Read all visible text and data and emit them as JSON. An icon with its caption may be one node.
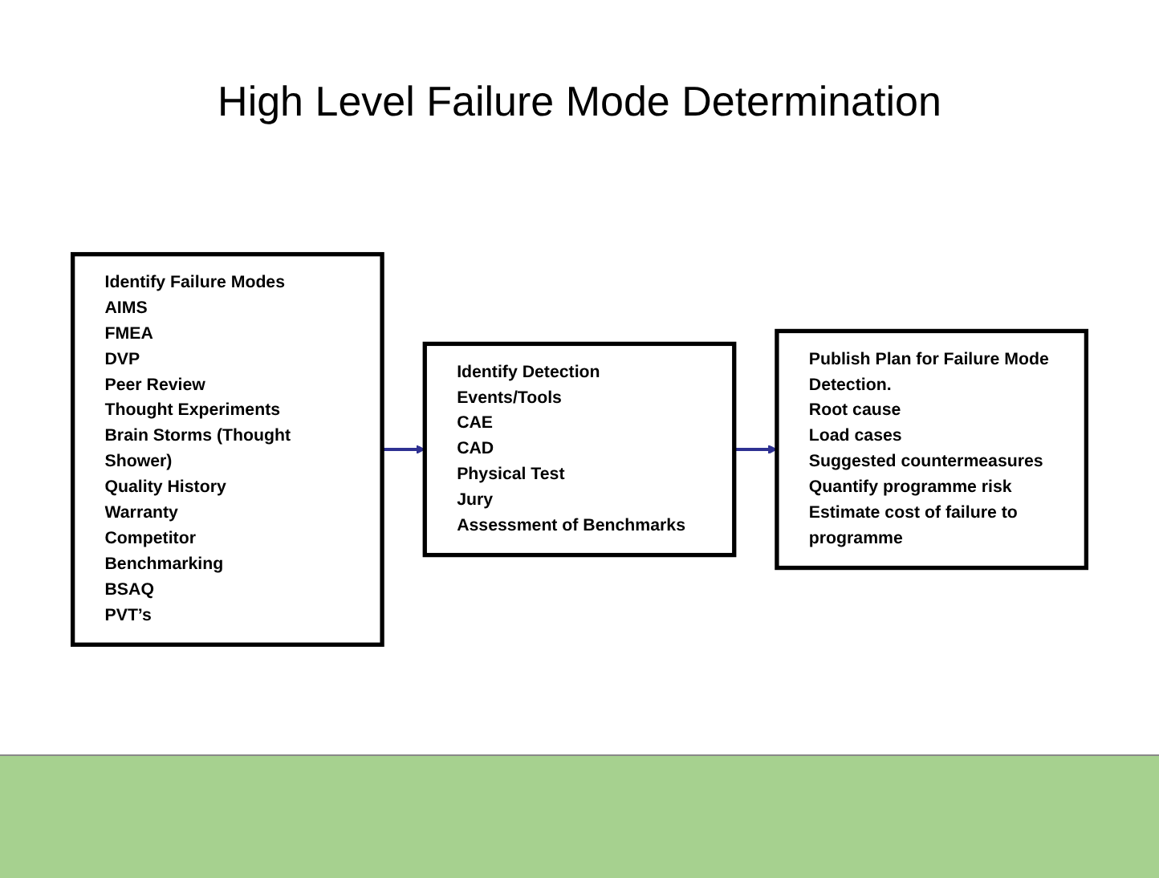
{
  "diagram": {
    "title": "High Level Failure Mode Determination",
    "nodes": [
      {
        "text": [
          "Identify Failure Modes",
          "AIMS",
          "FMEA",
          "DVP",
          "Peer Review",
          "Thought Experiments",
          "Brain Storms (Thought Shower)",
          "Quality History",
          "Warranty",
          "Competitor",
          "Benchmarking",
          "BSAQ",
          "PVT’s"
        ]
      },
      {
        "text": [
          "Identify Detection Events/Tools",
          "CAE",
          "CAD",
          "Physical Test",
          "Jury",
          "Assessment of Benchmarks"
        ]
      },
      {
        "text": [
          "Publish Plan for Failure Mode Detection.",
          "Root cause",
          "Load cases",
          "Suggested countermeasures",
          "Quantify programme risk",
          "Estimate cost of failure to programme"
        ]
      }
    ],
    "edges": [
      {
        "from": 0,
        "to": 1,
        "arrow": "to"
      },
      {
        "from": 1,
        "to": 2,
        "arrow": "to"
      }
    ]
  }
}
